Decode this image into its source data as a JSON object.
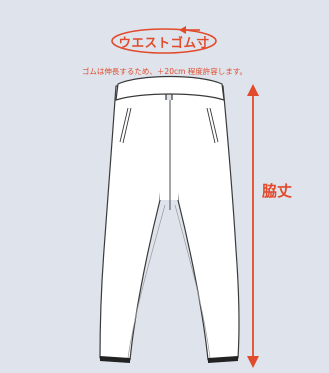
{
  "annotations": {
    "waist_label": "ウエストゴム寸",
    "note": "ゴムは伸長するため、＋20cm 程度許容します。",
    "side_length_label": "脇丈"
  },
  "colors": {
    "accent": "#e14a2a",
    "background": "#dfe4ec",
    "garment_fill": "#ffffff",
    "garment_line": "#3a3a3a",
    "cuff": "#222222"
  },
  "illustration": {
    "subject": "pants-icon"
  }
}
